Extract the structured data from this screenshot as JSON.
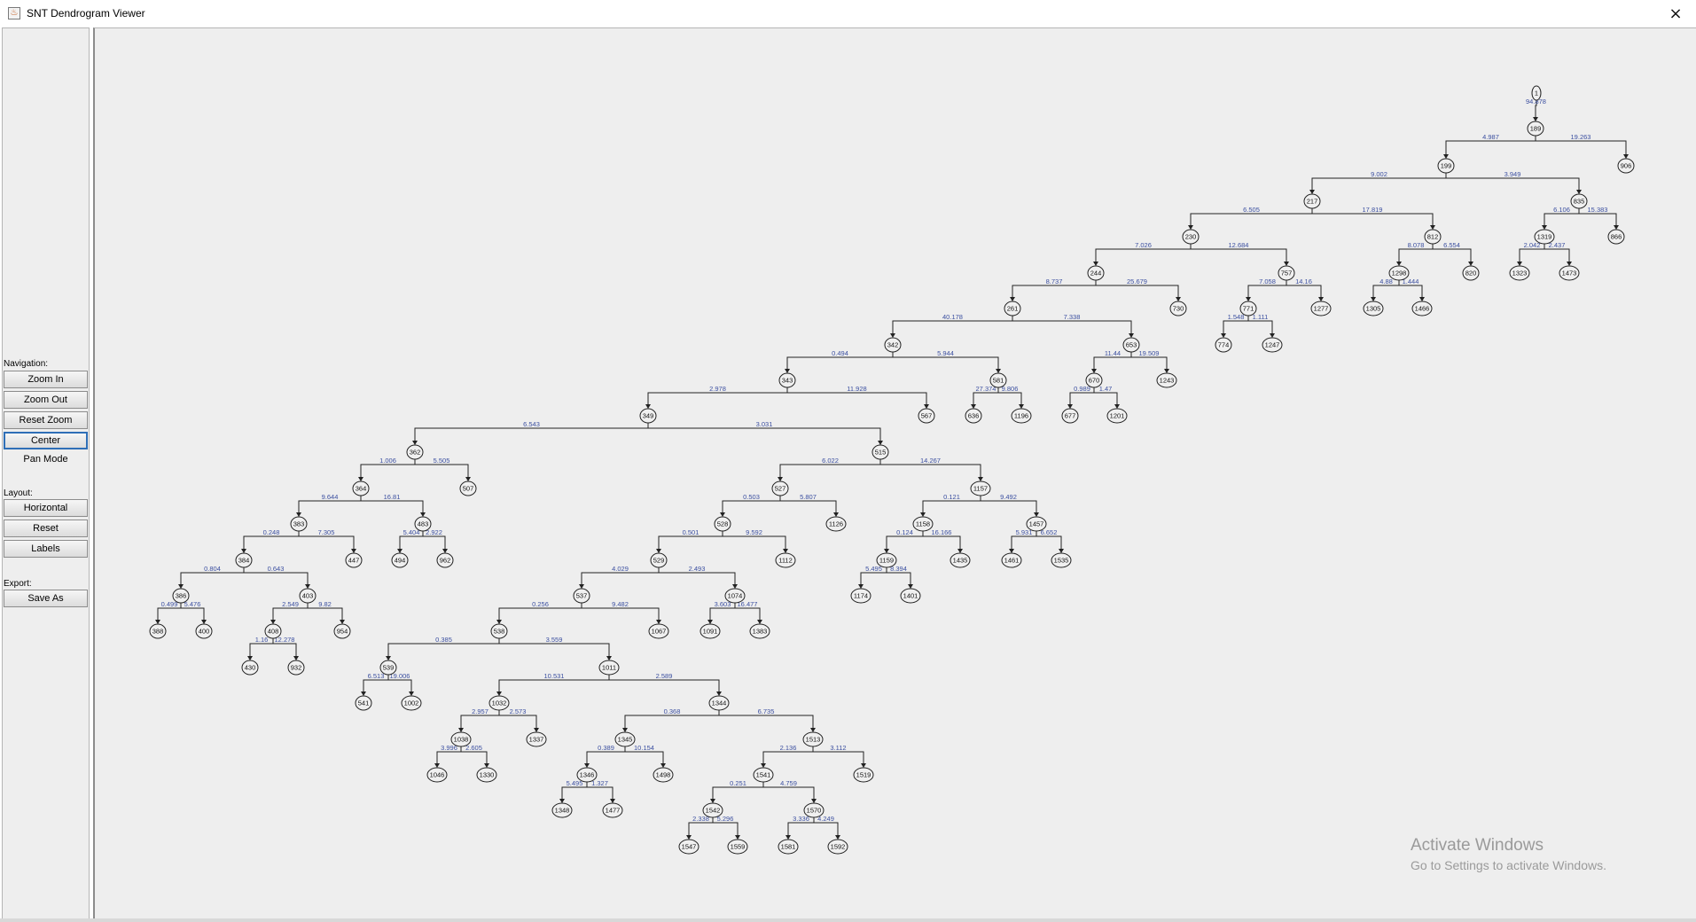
{
  "window": {
    "title": "SNT Dendrogram Viewer",
    "close_icon": "×",
    "app_icon": "java-cup-icon"
  },
  "sidebar": {
    "navigation_label": "Navigation:",
    "zoom_in": "Zoom In",
    "zoom_out": "Zoom Out",
    "reset_zoom": "Reset Zoom",
    "center": "Center",
    "pan_mode": "Pan Mode",
    "layout_label": "Layout:",
    "horizontal": "Horizontal",
    "reset": "Reset",
    "labels": "Labels",
    "export_label": "Export:",
    "save_as": "Save As"
  },
  "tree": {
    "nodes": [
      {
        "id": "1",
        "label": "1"
      },
      {
        "id": "189",
        "label": "189"
      },
      {
        "id": "199",
        "label": "199"
      },
      {
        "id": "906",
        "label": "906"
      },
      {
        "id": "217",
        "label": "217"
      },
      {
        "id": "835",
        "label": "835"
      },
      {
        "id": "230",
        "label": "230"
      },
      {
        "id": "812",
        "label": "812"
      },
      {
        "id": "1319",
        "label": "1319"
      },
      {
        "id": "866",
        "label": "866"
      },
      {
        "id": "244",
        "label": "244"
      },
      {
        "id": "757",
        "label": "757"
      },
      {
        "id": "1298",
        "label": "1298"
      },
      {
        "id": "820",
        "label": "820"
      },
      {
        "id": "1323",
        "label": "1323"
      },
      {
        "id": "1473",
        "label": "1473"
      },
      {
        "id": "261",
        "label": "261"
      },
      {
        "id": "730",
        "label": "730"
      },
      {
        "id": "771",
        "label": "771"
      },
      {
        "id": "1277",
        "label": "1277"
      },
      {
        "id": "1305",
        "label": "1305"
      },
      {
        "id": "1466",
        "label": "1466"
      },
      {
        "id": "342",
        "label": "342"
      },
      {
        "id": "653",
        "label": "653"
      },
      {
        "id": "774",
        "label": "774"
      },
      {
        "id": "1247",
        "label": "1247"
      },
      {
        "id": "343",
        "label": "343"
      },
      {
        "id": "581",
        "label": "581"
      },
      {
        "id": "670",
        "label": "670"
      },
      {
        "id": "1243",
        "label": "1243"
      },
      {
        "id": "349",
        "label": "349"
      },
      {
        "id": "567",
        "label": "567"
      },
      {
        "id": "636",
        "label": "636"
      },
      {
        "id": "1196",
        "label": "1196"
      },
      {
        "id": "677",
        "label": "677"
      },
      {
        "id": "1201",
        "label": "1201"
      },
      {
        "id": "362",
        "label": "362"
      },
      {
        "id": "515",
        "label": "515"
      },
      {
        "id": "364",
        "label": "364"
      },
      {
        "id": "507",
        "label": "507"
      },
      {
        "id": "527",
        "label": "527"
      },
      {
        "id": "1157",
        "label": "1157"
      },
      {
        "id": "383",
        "label": "383"
      },
      {
        "id": "483",
        "label": "483"
      },
      {
        "id": "528",
        "label": "528"
      },
      {
        "id": "1126",
        "label": "1126"
      },
      {
        "id": "1158",
        "label": "1158"
      },
      {
        "id": "1457",
        "label": "1457"
      },
      {
        "id": "384",
        "label": "384"
      },
      {
        "id": "447",
        "label": "447"
      },
      {
        "id": "494",
        "label": "494"
      },
      {
        "id": "962",
        "label": "962"
      },
      {
        "id": "529",
        "label": "529"
      },
      {
        "id": "1112",
        "label": "1112"
      },
      {
        "id": "1159",
        "label": "1159"
      },
      {
        "id": "1435",
        "label": "1435"
      },
      {
        "id": "1461",
        "label": "1461"
      },
      {
        "id": "1535",
        "label": "1535"
      },
      {
        "id": "386",
        "label": "386"
      },
      {
        "id": "403",
        "label": "403"
      },
      {
        "id": "537",
        "label": "537"
      },
      {
        "id": "1074",
        "label": "1074"
      },
      {
        "id": "1174",
        "label": "1174"
      },
      {
        "id": "1401",
        "label": "1401"
      },
      {
        "id": "388",
        "label": "388"
      },
      {
        "id": "400",
        "label": "400"
      },
      {
        "id": "408",
        "label": "408"
      },
      {
        "id": "954",
        "label": "954"
      },
      {
        "id": "538",
        "label": "538"
      },
      {
        "id": "1067",
        "label": "1067"
      },
      {
        "id": "1091",
        "label": "1091"
      },
      {
        "id": "1383",
        "label": "1383"
      },
      {
        "id": "430",
        "label": "430"
      },
      {
        "id": "932",
        "label": "932"
      },
      {
        "id": "539",
        "label": "539"
      },
      {
        "id": "1011",
        "label": "1011"
      },
      {
        "id": "541",
        "label": "541"
      },
      {
        "id": "1002",
        "label": "1002"
      },
      {
        "id": "1032",
        "label": "1032"
      },
      {
        "id": "1344",
        "label": "1344"
      },
      {
        "id": "1038",
        "label": "1038"
      },
      {
        "id": "1337",
        "label": "1337"
      },
      {
        "id": "1345",
        "label": "1345"
      },
      {
        "id": "1513",
        "label": "1513"
      },
      {
        "id": "1046",
        "label": "1046"
      },
      {
        "id": "1330",
        "label": "1330"
      },
      {
        "id": "1346",
        "label": "1346"
      },
      {
        "id": "1498",
        "label": "1498"
      },
      {
        "id": "1541",
        "label": "1541"
      },
      {
        "id": "1519",
        "label": "1519"
      },
      {
        "id": "1348",
        "label": "1348"
      },
      {
        "id": "1477",
        "label": "1477"
      },
      {
        "id": "1542",
        "label": "1542"
      },
      {
        "id": "1570",
        "label": "1570"
      },
      {
        "id": "1547",
        "label": "1547"
      },
      {
        "id": "1559",
        "label": "1559"
      },
      {
        "id": "1581",
        "label": "1581"
      },
      {
        "id": "1592",
        "label": "1592"
      }
    ],
    "edges": [
      {
        "parent": "1",
        "child": "189",
        "weight": "94.878"
      },
      {
        "parent": "189",
        "child": "199",
        "weight": "4.987"
      },
      {
        "parent": "189",
        "child": "906",
        "weight": "19.263"
      },
      {
        "parent": "199",
        "child": "217",
        "weight": "9.002"
      },
      {
        "parent": "199",
        "child": "835",
        "weight": "3.949"
      },
      {
        "parent": "217",
        "child": "230",
        "weight": "6.505"
      },
      {
        "parent": "217",
        "child": "812",
        "weight": "17.819"
      },
      {
        "parent": "835",
        "child": "1319",
        "weight": "6.106"
      },
      {
        "parent": "835",
        "child": "866",
        "weight": "15.383"
      },
      {
        "parent": "230",
        "child": "244",
        "weight": "7.026"
      },
      {
        "parent": "230",
        "child": "757",
        "weight": "12.684"
      },
      {
        "parent": "812",
        "child": "1298",
        "weight": "8.078"
      },
      {
        "parent": "812",
        "child": "820",
        "weight": "6.554"
      },
      {
        "parent": "1319",
        "child": "1323",
        "weight": "2.042"
      },
      {
        "parent": "1319",
        "child": "1473",
        "weight": "2.437"
      },
      {
        "parent": "244",
        "child": "261",
        "weight": "8.737"
      },
      {
        "parent": "244",
        "child": "730",
        "weight": "25.679"
      },
      {
        "parent": "757",
        "child": "771",
        "weight": "7.058"
      },
      {
        "parent": "757",
        "child": "1277",
        "weight": "14.16"
      },
      {
        "parent": "1298",
        "child": "1305",
        "weight": "4.88"
      },
      {
        "parent": "1298",
        "child": "1466",
        "weight": "1.444"
      },
      {
        "parent": "261",
        "child": "342",
        "weight": "40.178"
      },
      {
        "parent": "261",
        "child": "653",
        "weight": "7.338"
      },
      {
        "parent": "771",
        "child": "774",
        "weight": "1.548"
      },
      {
        "parent": "771",
        "child": "1247",
        "weight": "1.111"
      },
      {
        "parent": "342",
        "child": "343",
        "weight": "0.494"
      },
      {
        "parent": "342",
        "child": "581",
        "weight": "5.944"
      },
      {
        "parent": "653",
        "child": "670",
        "weight": "11.44"
      },
      {
        "parent": "653",
        "child": "1243",
        "weight": "19.509"
      },
      {
        "parent": "343",
        "child": "349",
        "weight": "2.978"
      },
      {
        "parent": "343",
        "child": "567",
        "weight": "11.928"
      },
      {
        "parent": "581",
        "child": "636",
        "weight": "27.374"
      },
      {
        "parent": "581",
        "child": "1196",
        "weight": "9.806"
      },
      {
        "parent": "670",
        "child": "677",
        "weight": "0.989"
      },
      {
        "parent": "670",
        "child": "1201",
        "weight": "1.47"
      },
      {
        "parent": "349",
        "child": "362",
        "weight": "6.543"
      },
      {
        "parent": "349",
        "child": "515",
        "weight": "3.031"
      },
      {
        "parent": "362",
        "child": "364",
        "weight": "1.006"
      },
      {
        "parent": "362",
        "child": "507",
        "weight": "5.505"
      },
      {
        "parent": "515",
        "child": "527",
        "weight": "6.022"
      },
      {
        "parent": "515",
        "child": "1157",
        "weight": "14.267"
      },
      {
        "parent": "364",
        "child": "383",
        "weight": "9.644"
      },
      {
        "parent": "364",
        "child": "483",
        "weight": "16.81"
      },
      {
        "parent": "527",
        "child": "528",
        "weight": "0.503"
      },
      {
        "parent": "527",
        "child": "1126",
        "weight": "5.807"
      },
      {
        "parent": "1157",
        "child": "1158",
        "weight": "0.121"
      },
      {
        "parent": "1157",
        "child": "1457",
        "weight": "9.492"
      },
      {
        "parent": "383",
        "child": "384",
        "weight": "0.248"
      },
      {
        "parent": "383",
        "child": "447",
        "weight": "7.305"
      },
      {
        "parent": "483",
        "child": "494",
        "weight": "5.404"
      },
      {
        "parent": "483",
        "child": "962",
        "weight": "2.922"
      },
      {
        "parent": "528",
        "child": "529",
        "weight": "0.501"
      },
      {
        "parent": "528",
        "child": "1112",
        "weight": "9.592"
      },
      {
        "parent": "1158",
        "child": "1159",
        "weight": "0.124"
      },
      {
        "parent": "1158",
        "child": "1435",
        "weight": "16.166"
      },
      {
        "parent": "1457",
        "child": "1461",
        "weight": "5.931"
      },
      {
        "parent": "1457",
        "child": "1535",
        "weight": "6.652"
      },
      {
        "parent": "384",
        "child": "386",
        "weight": "0.804"
      },
      {
        "parent": "384",
        "child": "403",
        "weight": "0.643"
      },
      {
        "parent": "529",
        "child": "537",
        "weight": "4.029"
      },
      {
        "parent": "529",
        "child": "1074",
        "weight": "2.493"
      },
      {
        "parent": "1159",
        "child": "1174",
        "weight": "5.495"
      },
      {
        "parent": "1159",
        "child": "1401",
        "weight": "8.394"
      },
      {
        "parent": "386",
        "child": "388",
        "weight": "0.499"
      },
      {
        "parent": "386",
        "child": "400",
        "weight": "5.476"
      },
      {
        "parent": "403",
        "child": "408",
        "weight": "2.549"
      },
      {
        "parent": "403",
        "child": "954",
        "weight": "9.82"
      },
      {
        "parent": "537",
        "child": "538",
        "weight": "0.256"
      },
      {
        "parent": "537",
        "child": "1067",
        "weight": "9.482"
      },
      {
        "parent": "1074",
        "child": "1091",
        "weight": "3.603"
      },
      {
        "parent": "1074",
        "child": "1383",
        "weight": "16.477"
      },
      {
        "parent": "408",
        "child": "430",
        "weight": "1.16"
      },
      {
        "parent": "408",
        "child": "932",
        "weight": "12.278"
      },
      {
        "parent": "538",
        "child": "539",
        "weight": "0.385"
      },
      {
        "parent": "538",
        "child": "1011",
        "weight": "3.559"
      },
      {
        "parent": "539",
        "child": "541",
        "weight": "6.513"
      },
      {
        "parent": "539",
        "child": "1002",
        "weight": "19.006"
      },
      {
        "parent": "1011",
        "child": "1032",
        "weight": "10.531"
      },
      {
        "parent": "1011",
        "child": "1344",
        "weight": "2.589"
      },
      {
        "parent": "1032",
        "child": "1038",
        "weight": "2.957"
      },
      {
        "parent": "1032",
        "child": "1337",
        "weight": "2.573"
      },
      {
        "parent": "1344",
        "child": "1345",
        "weight": "0.368"
      },
      {
        "parent": "1344",
        "child": "1513",
        "weight": "6.735"
      },
      {
        "parent": "1038",
        "child": "1046",
        "weight": "3.996"
      },
      {
        "parent": "1038",
        "child": "1330",
        "weight": "2.605"
      },
      {
        "parent": "1345",
        "child": "1346",
        "weight": "0.389"
      },
      {
        "parent": "1345",
        "child": "1498",
        "weight": "10.154"
      },
      {
        "parent": "1513",
        "child": "1541",
        "weight": "2.136"
      },
      {
        "parent": "1513",
        "child": "1519",
        "weight": "3.112"
      },
      {
        "parent": "1346",
        "child": "1348",
        "weight": "5.495"
      },
      {
        "parent": "1346",
        "child": "1477",
        "weight": "1.327"
      },
      {
        "parent": "1541",
        "child": "1542",
        "weight": "0.251"
      },
      {
        "parent": "1541",
        "child": "1570",
        "weight": "4.759"
      },
      {
        "parent": "1542",
        "child": "1547",
        "weight": "2.338"
      },
      {
        "parent": "1542",
        "child": "1559",
        "weight": "5.296"
      },
      {
        "parent": "1570",
        "child": "1581",
        "weight": "3.336"
      },
      {
        "parent": "1570",
        "child": "1592",
        "weight": "4.249"
      }
    ]
  },
  "watermark": {
    "title": "Activate Windows",
    "subtitle": "Go to Settings to activate Windows."
  }
}
